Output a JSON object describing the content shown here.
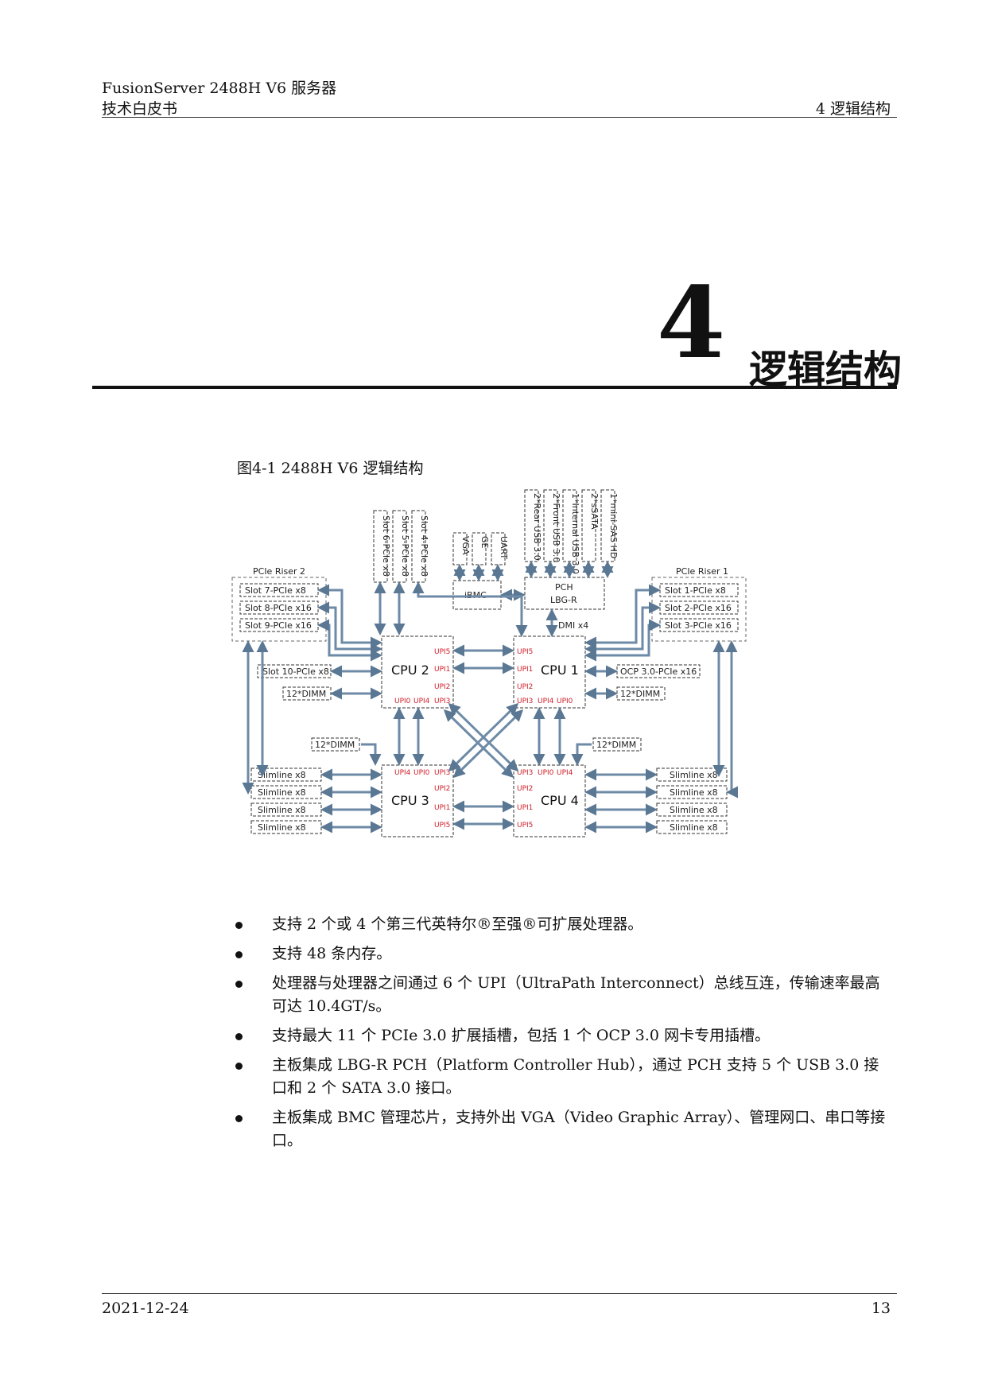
{
  "header": {
    "title": "FusionServer 2488H V6  服务器",
    "subtitle": "技术白皮书",
    "section": "4  逻辑结构"
  },
  "chapter": {
    "number": "4",
    "title": "逻辑结构"
  },
  "figure": {
    "caption": "图4-1 2488H V6 逻辑结构",
    "labels": {
      "top_ports": [
        "2*Rear USB 3.0",
        "2*Front USB 3.0",
        "1*Internal USB 3.0",
        "2*sSATA",
        "1*mini-SAS HD"
      ],
      "bmc_ports": [
        "VGA",
        "GE",
        "UART"
      ],
      "mid_slots": [
        "Slot 6-PCIe x8",
        "Slot 5-PCIe x8",
        "Slot 4-PCIe x8"
      ],
      "ibmc": "iBMC",
      "pch": "PCH",
      "pch_sub": "LBG-R",
      "dmi": "DMI x4",
      "riser2_title": "PCIe Riser 2",
      "riser2_slots": [
        "Slot 7-PCIe x8",
        "Slot 8-PCIe x16",
        "Slot 9-PCIe x16"
      ],
      "riser1_title": "PCIe Riser 1",
      "riser1_slots": [
        "Slot 1-PCIe x8",
        "Slot 2-PCIe x16",
        "Slot 3-PCIe x16"
      ],
      "slot10": "Slot 10-PCIe x8",
      "ocp": "OCP 3.0-PCIe x16",
      "dimm": "12*DIMM",
      "cpus": [
        "CPU 2",
        "CPU 1",
        "CPU 3",
        "CPU 4"
      ],
      "slimline": "Slimline x8",
      "upi": [
        "UPI0",
        "UPI1",
        "UPI2",
        "UPI3",
        "UPI4",
        "UPI5"
      ]
    }
  },
  "bullets": [
    "支持 2 个或 4 个第三代英特尔®至强®可扩展处理器。",
    "支持 48 条内存。",
    "处理器与处理器之间通过 6 个 UPI（UltraPath Interconnect）总线互连，传输速率最高可达 10.4GT/s。",
    "支持最大 11 个 PCIe 3.0 扩展插槽，包括 1 个 OCP 3.0 网卡专用插槽。",
    "主板集成 LBG-R PCH（Platform Controller Hub），通过 PCH 支持 5 个 USB 3.0 接口和 2 个 SATA 3.0 接口。",
    "主板集成 BMC 管理芯片，支持外出 VGA（Video Graphic Array）、管理网口、串口等接口。"
  ],
  "footer": {
    "date": "2021-12-24",
    "page": "13"
  },
  "colors": {
    "upi_label": "#d0202a",
    "arrow_fill": "#c9d9ea",
    "arrow_stroke": "#5a7894"
  }
}
